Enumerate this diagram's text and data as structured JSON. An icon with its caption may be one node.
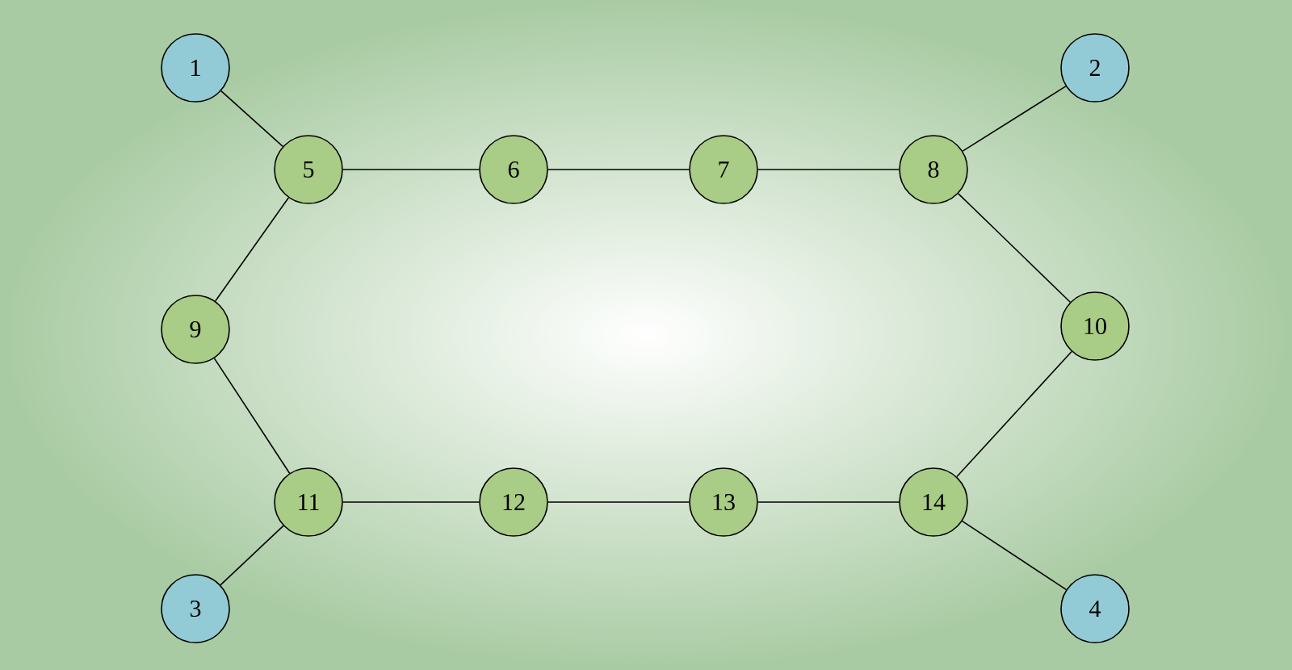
{
  "diagram": {
    "nodes": [
      {
        "text": [
          "1"
        ]
      },
      {
        "text": [
          "2"
        ]
      },
      {
        "text": [
          "3"
        ]
      },
      {
        "text": [
          "4"
        ]
      },
      {
        "text": [
          "5"
        ]
      },
      {
        "text": [
          "6"
        ]
      },
      {
        "text": [
          "7"
        ]
      },
      {
        "text": [
          "8"
        ]
      },
      {
        "text": [
          "9"
        ]
      },
      {
        "text": [
          "10"
        ]
      },
      {
        "text": [
          "11"
        ]
      },
      {
        "text": [
          "12"
        ]
      },
      {
        "text": [
          "13"
        ]
      },
      {
        "text": [
          "14"
        ]
      }
    ],
    "edges": [
      {
        "from": 0,
        "to": 4,
        "arrow": "none"
      },
      {
        "from": 1,
        "to": 7,
        "arrow": "none"
      },
      {
        "from": 4,
        "to": 5,
        "arrow": "none"
      },
      {
        "from": 5,
        "to": 6,
        "arrow": "none"
      },
      {
        "from": 6,
        "to": 7,
        "arrow": "none"
      },
      {
        "from": 4,
        "to": 8,
        "arrow": "none"
      },
      {
        "from": 7,
        "to": 9,
        "arrow": "none"
      },
      {
        "from": 8,
        "to": 10,
        "arrow": "none"
      },
      {
        "from": 9,
        "to": 13,
        "arrow": "none"
      },
      {
        "from": 10,
        "to": 11,
        "arrow": "none"
      },
      {
        "from": 11,
        "to": 12,
        "arrow": "none"
      },
      {
        "from": 12,
        "to": 13,
        "arrow": "none"
      },
      {
        "from": 10,
        "to": 2,
        "arrow": "none"
      },
      {
        "from": 13,
        "to": 3,
        "arrow": "none"
      }
    ]
  }
}
